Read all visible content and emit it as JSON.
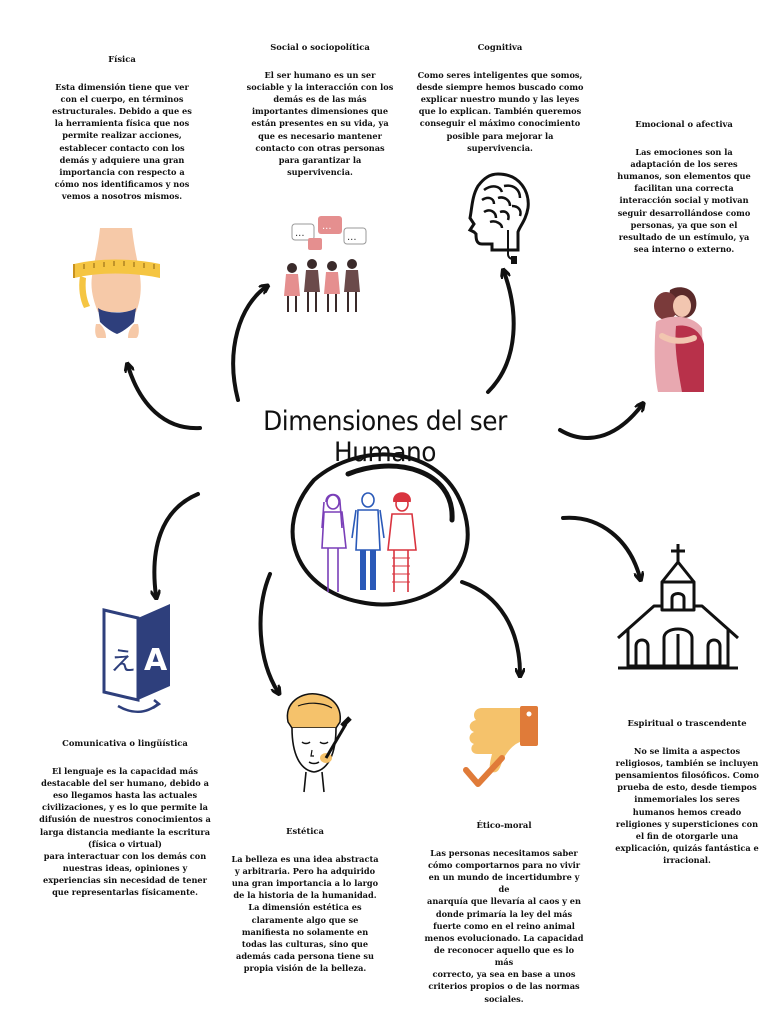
{
  "title": "Dimensiones del ser Humano",
  "dimensions": {
    "fisica": {
      "heading": "Física",
      "text": "Esta dimensión tiene que ver\ncon el cuerpo, en términos\nestructurales. Debido a que es\nla herramienta física que nos\npermite realizar acciones,\nestablecer contacto con los\ndemás y adquiere una gran\nimportancia con respecto a\ncómo nos identificamos y nos\nvemos a nosotros mismos."
    },
    "social": {
      "heading": "Social o sociopolítica",
      "text": "El ser humano es un ser\nsociable y la interacción con los\ndemás es de las más\nimportantes dimensiones que\nestán presentes en su vida, ya\nque es necesario mantener\ncontacto con otras personas\npara garantizar la\nsupervivencia."
    },
    "cognitiva": {
      "heading": "Cognitiva",
      "text": "Como seres inteligentes que somos,\ndesde siempre hemos buscado como\nexplicar nuestro mundo y las leyes\nque lo explican. También queremos\nconseguir el máximo conocimiento\nposible para mejorar la\nsupervivencia."
    },
    "emocional": {
      "heading": "Emocional o afectiva",
      "text": "Las emociones son la\nadaptación de los seres\nhumanos, son elementos que\nfacilitan una correcta\ninteracción social y motivan\nseguir desarrollándose como\npersonas, ya que son el\nresultado de un estímulo, ya\nsea interno o externo."
    },
    "comunicativa": {
      "heading": "Comunicativa o lingüística",
      "text": "El lenguaje es la capacidad más\ndestacable del ser humano, debido a\neso llegamos hasta las actuales\ncivilizaciones, y es lo que permite la\ndifusión de nuestros conocimientos a\nlarga distancia mediante la escritura\n(física o virtual)\npara interactuar con los demás con\nnuestras ideas, opiniones y\nexperiencias sin necesidad de tener\nque representarlas físicamente."
    },
    "estetica": {
      "heading": "Estética",
      "text": "La belleza es una idea abstracta\ny arbitraria. Pero ha adquirido\nuna gran importancia a lo largo\nde la historia de la humanidad.\nLa dimensión estética es\nclaramente algo que se\nmanifiesta no solamente en\ntodas las culturas, sino que\nademás cada persona tiene su\npropia visión de la belleza."
    },
    "etico": {
      "heading": "Ético-moral",
      "text": "Las personas necesitamos saber\ncómo comportarnos para no vivir\nen un mundo de incertidumbre y de\nanarquía que llevaría al caos y en\ndonde primaría la ley del más\nfuerte como en el reino animal\nmenos evolucionado. La capacidad\nde reconocer aquello que es lo más\ncorrecto, ya sea en base a unos\ncriterios propios o de las normas\nsociales."
    },
    "espiritual": {
      "heading": "Espiritual o trascendente",
      "text": "No se limita a aspectos\nreligiosos, también se incluyen\npensamientos filosóficos. Como\nprueba de esto, desde tiempos\ninmemoriales los seres\nhumanos hemos creado\nreligiones y supersticiones con\nel fin de otorgarle una\nexplicación, quizás fantástica e\nirracional."
    }
  },
  "icons": {
    "fisica": "measuring-tape-body-icon",
    "social": "people-chatting-icon",
    "cognitiva": "brain-head-icon",
    "emocional": "hugging-couple-icon",
    "comunicativa": "translate-icon",
    "estetica": "skincare-face-icon",
    "etico": "thumbs-down-check-icon",
    "espiritual": "church-icon",
    "center": "three-people-icon"
  },
  "colors": {
    "text": "#111111",
    "accent_orange": "#f2a35a",
    "accent_navy": "#2e3f7c",
    "accent_red": "#d9343f",
    "accent_purple": "#7a3fb8",
    "accent_blue": "#2a59b8"
  }
}
